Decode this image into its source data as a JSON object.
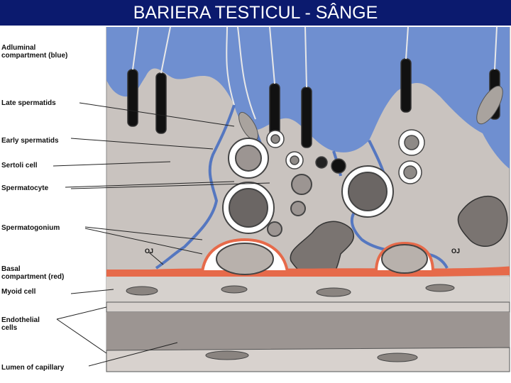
{
  "slide": {
    "title": "BARIERA TESTICUL - SÂNGE"
  },
  "labels": {
    "adluminal_line1": "Adluminal",
    "adluminal_line2": "compartment (blue)",
    "late_spermatids": "Late spermatids",
    "early_spermatids": "Early spermatids",
    "sertoli_cell": "Sertoli cell",
    "spermatocyte": "Spermatocyte",
    "spermatogonium": "Spermatogonium",
    "oj_left": "OJ",
    "oj_right": "OJ",
    "basal_line1": "Basal",
    "basal_line2": "compartment (red)",
    "myoid_cell": "Myoid cell",
    "endothelial_line1": "Endothelial",
    "endothelial_line2": "cells",
    "lumen_of_capillary": "Lumen of capillary"
  },
  "colors": {
    "title_bar": "#0b1a6e",
    "adluminal_blue": "#6f8fd0",
    "basal_red": "#e66a4a",
    "tissue_gray": "#c9c3bf",
    "lumen_gray": "#9c9592"
  }
}
